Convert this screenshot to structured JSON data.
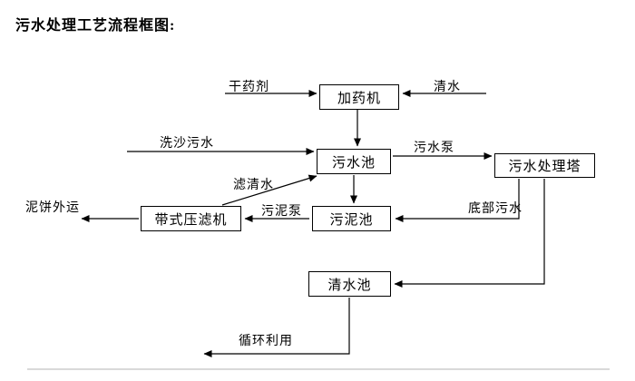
{
  "title": "污水处理工艺流程框图:",
  "nodes": {
    "dosing_machine": {
      "label": "加药机"
    },
    "sewage_pool": {
      "label": "污水池"
    },
    "treatment_tower": {
      "label": "污水处理塔"
    },
    "sludge_pool": {
      "label": "污泥池"
    },
    "belt_filter_press": {
      "label": "带式压滤机"
    },
    "clear_water_pool": {
      "label": "清水池"
    }
  },
  "edge_labels": {
    "dry_chemical": "干药剂",
    "clear_water": "清水",
    "sand_washing_sewage": "洗沙污水",
    "sewage_pump": "污水泵",
    "filtered_water": "滤清水",
    "sludge_pump": "污泥泵",
    "bottom_sewage": "底部污水",
    "mud_cake_out": "泥饼外运",
    "recycle_use": "循环利用"
  },
  "colors": {
    "line": "#000000",
    "text": "#000000",
    "background": "#ffffff",
    "box_border": "#000000",
    "divider": "#b3b3b3"
  }
}
